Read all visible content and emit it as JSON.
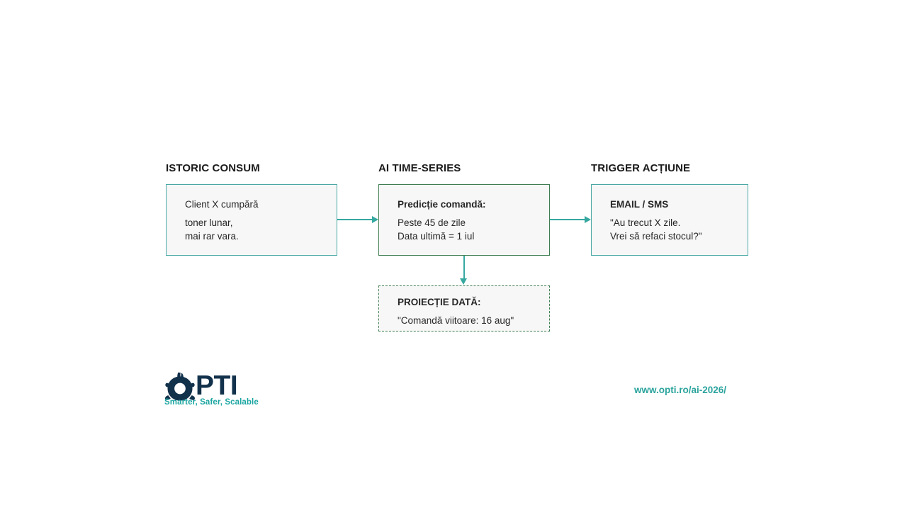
{
  "slide": {
    "background": "#ffffff",
    "accent_teal": "#36a8a0",
    "accent_green": "#3f7d52",
    "logo_navy": "#12314b",
    "text_color": "#262626"
  },
  "headings": [
    {
      "label": "ISTORIC CONSUM"
    },
    {
      "label": "AI TIME-SERIES"
    },
    {
      "label": "TRIGGER ACȚIUNE"
    }
  ],
  "nodes": {
    "istoric": {
      "border_style": "solid",
      "border_color": "#4aa8a4",
      "lines": [
        "Client X cumpără",
        "toner lunar,",
        "mai rar vara."
      ]
    },
    "ai": {
      "border_style": "solid",
      "border_color": "#3f7d52",
      "title": "Predicție comandă:",
      "lines": [
        "Peste 45 de zile",
        "Data ultimă = 1 iul"
      ]
    },
    "trigger": {
      "border_style": "solid",
      "border_color": "#4aa8a4",
      "title": "EMAIL / SMS",
      "lines": [
        "\"Au trecut X zile.",
        "Vrei să refaci stocul?\""
      ]
    },
    "proiectie": {
      "border_style": "dashed",
      "border_color": "#3f7d52",
      "title": "PROIECȚIE DATĂ:",
      "lines": [
        "\"Comandă viitoare: 16 aug\""
      ]
    }
  },
  "connectors": [
    {
      "name": "istoric-to-ai",
      "direction": "right"
    },
    {
      "name": "ai-to-trigger",
      "direction": "right"
    },
    {
      "name": "ai-to-proiectie",
      "direction": "down"
    }
  ],
  "logo": {
    "wordmark": "PTI",
    "tagline": "Smarter, Safer, Scalable",
    "mark_color": "#12314b",
    "tagline_color": "#1aa5a0"
  },
  "footer": {
    "url": "www.opti.ro/ai-2026/",
    "url_color": "#2aa39c"
  }
}
